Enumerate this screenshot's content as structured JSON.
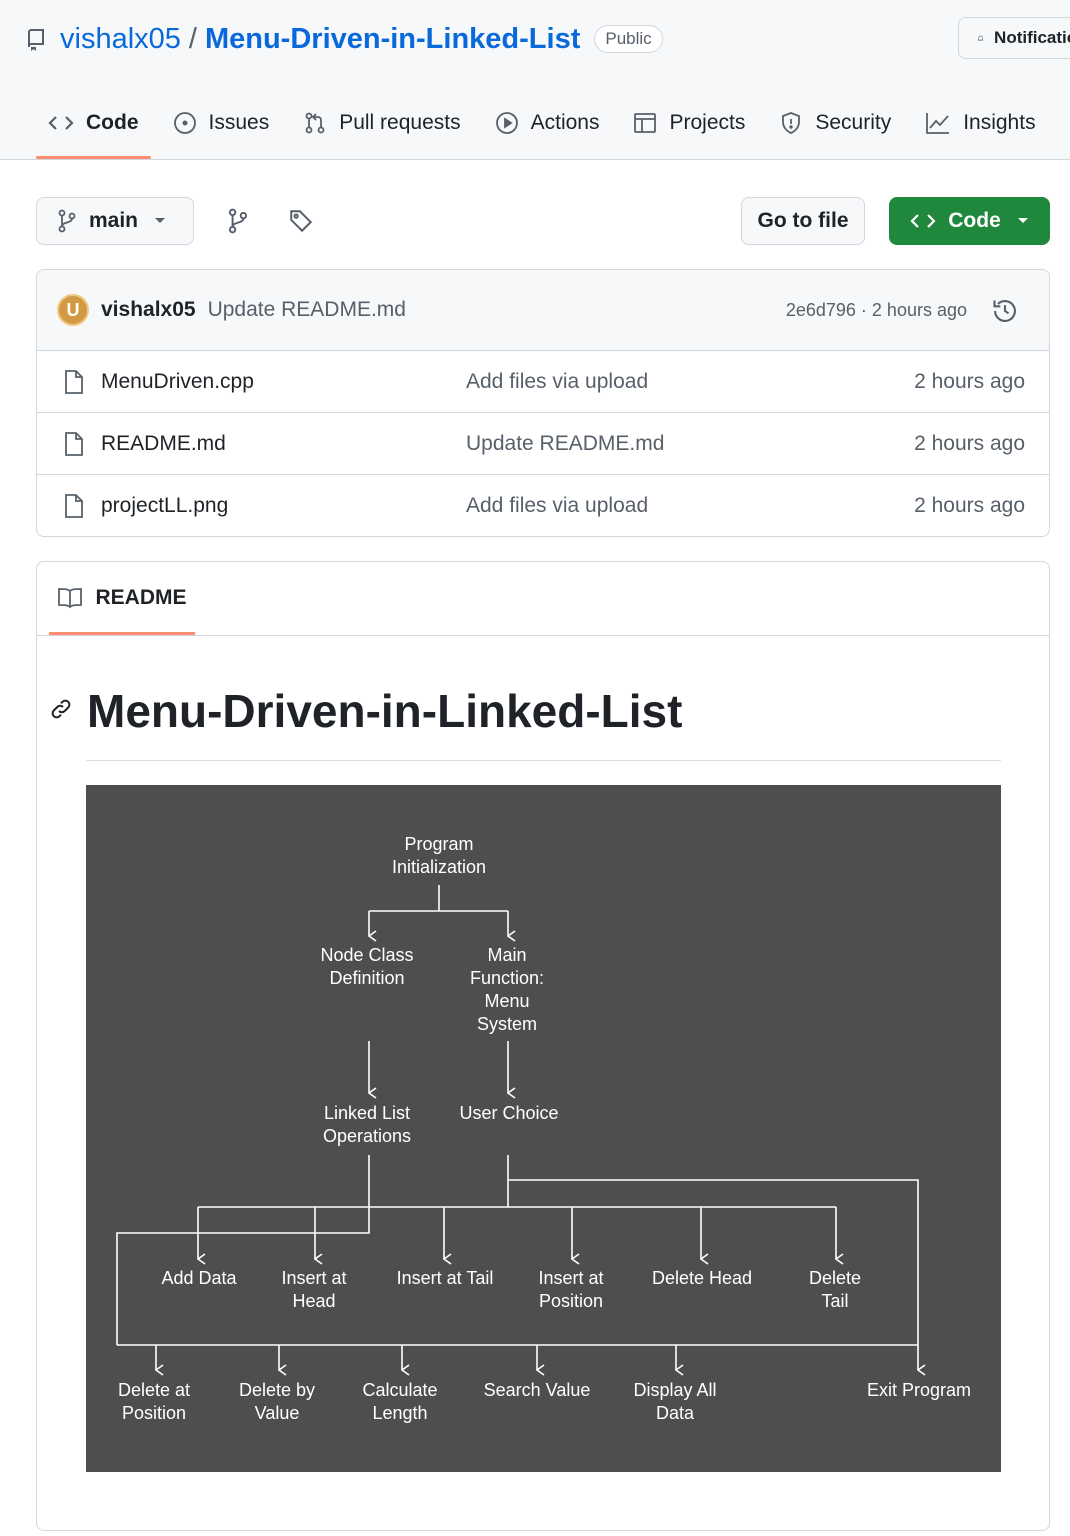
{
  "repo": {
    "owner": "vishalx05",
    "separator": "/",
    "name": "Menu-Driven-in-Linked-List",
    "visibility": "Public"
  },
  "notifications": {
    "label": "Notifications"
  },
  "tabs": [
    {
      "label": "Code",
      "icon": "code-icon",
      "active": true
    },
    {
      "label": "Issues",
      "icon": "issue-icon"
    },
    {
      "label": "Pull requests",
      "icon": "pull-request-icon"
    },
    {
      "label": "Actions",
      "icon": "play-icon"
    },
    {
      "label": "Projects",
      "icon": "table-icon"
    },
    {
      "label": "Security",
      "icon": "shield-icon"
    },
    {
      "label": "Insights",
      "icon": "graph-icon"
    }
  ],
  "branch": {
    "name": "main"
  },
  "toolbar": {
    "go_to_file": "Go to file",
    "code": "Code"
  },
  "commit": {
    "author": "vishalx05",
    "avatar_letter": "U",
    "message": "Update README.md",
    "meta": "2e6d796 · 2 hours ago"
  },
  "files": [
    {
      "name": "MenuDriven.cpp",
      "commit": "Add files via upload",
      "time": "2 hours ago"
    },
    {
      "name": "README.md",
      "commit": "Update README.md",
      "time": "2 hours ago"
    },
    {
      "name": "projectLL.png",
      "commit": "Add files via upload",
      "time": "2 hours ago"
    }
  ],
  "readme": {
    "tab_label": "README",
    "title": "Menu-Driven-in-Linked-List",
    "diagram": {
      "program_init": [
        "Program",
        "Initialization"
      ],
      "node_class": [
        "Node Class",
        "Definition"
      ],
      "main_function": [
        "Main",
        "Function:",
        "Menu",
        "System"
      ],
      "ll_operations": [
        "Linked List",
        "Operations"
      ],
      "user_choice": [
        "User Choice"
      ],
      "row1": [
        [
          "Add Data"
        ],
        [
          "Insert at",
          "Head"
        ],
        [
          "Insert at Tail"
        ],
        [
          "Insert at",
          "Position"
        ],
        [
          "Delete Head"
        ],
        [
          "Delete",
          "Tail"
        ]
      ],
      "row2": [
        [
          "Delete at",
          "Position"
        ],
        [
          "Delete by",
          "Value"
        ],
        [
          "Calculate",
          "Length"
        ],
        [
          "Search Value"
        ],
        [
          "Display All",
          "Data"
        ],
        [
          "Exit Program"
        ]
      ]
    }
  },
  "colors": {
    "accent_link": "#0969da",
    "code_button": "#1f883d",
    "tab_underline": "#fd8c73",
    "diagram_bg": "#4e4e4e"
  }
}
